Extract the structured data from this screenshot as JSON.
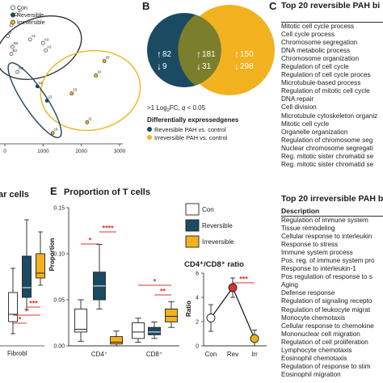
{
  "colors": {
    "con": "#ffffff",
    "reversible": "#1b4a63",
    "irreversible": "#f2b21f",
    "overlap": "#7b7f2c",
    "star": "#d9342b",
    "ink": "#1a1a1a"
  },
  "panel_letters": {
    "b": "B",
    "c": "C",
    "e": "E"
  },
  "chart_data": [
    {
      "id": "pca",
      "type": "scatter",
      "legend": [
        "Con",
        "Reversible",
        "Irreversible"
      ],
      "xlim": [
        0,
        3000
      ],
      "x_ticks": [
        "0",
        "1000",
        "2000",
        "3000"
      ],
      "points": [
        {
          "label": "10",
          "x": 300,
          "y": 36,
          "group": "Con"
        },
        {
          "label": "9",
          "x": 170,
          "y": 33,
          "group": "Con"
        },
        {
          "label": "A1",
          "x": 660,
          "y": 29,
          "group": "Con"
        },
        {
          "label": "A3",
          "x": 1000,
          "y": 28,
          "group": "Con"
        },
        {
          "label": "A2",
          "x": 1070,
          "y": 26,
          "group": "Con"
        },
        {
          "label": "R3",
          "x": 330,
          "y": 20,
          "group": "Con"
        },
        {
          "label": "B",
          "x": 80,
          "y": 30,
          "group": "Con"
        },
        {
          "label": "B2",
          "x": 200,
          "y": 27,
          "group": "Con"
        },
        {
          "label": "B3",
          "x": 170,
          "y": 25,
          "group": "Con"
        },
        {
          "label": "12",
          "x": 850,
          "y": 16,
          "group": "Reversible"
        },
        {
          "label": "13",
          "x": 1100,
          "y": 12,
          "group": "Reversible"
        },
        {
          "label": "20",
          "x": 2600,
          "y": 23,
          "group": "Irreversible"
        },
        {
          "label": "10",
          "x": 2380,
          "y": 19,
          "group": "Irreversible"
        },
        {
          "label": "15",
          "x": 1750,
          "y": 14,
          "group": "Irreversible"
        },
        {
          "label": "11",
          "x": 2150,
          "y": 6,
          "group": "Irreversible"
        },
        {
          "label": "16",
          "x": 1250,
          "y": 3,
          "group": "Irreversible"
        }
      ]
    },
    {
      "id": "venn",
      "type": "venn",
      "sets": [
        {
          "name": "Reversible PAH vs. control",
          "up": "82",
          "down": "9"
        },
        {
          "name": "Overlap",
          "up": "181",
          "down": "31"
        },
        {
          "name": "Irreversible PAH vs. control",
          "up": "150",
          "down": "298"
        }
      ],
      "threshold": ">1 Log",
      "threshold_sub": "2",
      "threshold_rest": "FC, ",
      "threshold_q": "q",
      "threshold_end": " < 0.05",
      "legend_title": "Differentially expressedgenes",
      "legend": [
        "Reversible PAH vs. control",
        "Irreversible PAH vs. control"
      ]
    },
    {
      "id": "left_box",
      "type": "box",
      "category_label": "Fibrobl",
      "boxes": [
        {
          "group": "Con",
          "min": 0.005,
          "q1": 0.01,
          "median": 0.013,
          "q3": 0.022,
          "max": 0.032
        },
        {
          "group": "Reversible",
          "min": 0.015,
          "q1": 0.02,
          "median": 0.024,
          "q3": 0.037,
          "max": 0.052
        },
        {
          "group": "Irreversible",
          "min": 0.025,
          "q1": 0.028,
          "median": 0.03,
          "q3": 0.038,
          "max": 0.047
        }
      ],
      "significance": [
        "*",
        "*",
        "***"
      ]
    },
    {
      "id": "t_cells",
      "type": "box",
      "title": "Proportion of T cells",
      "ylabel": "Proportion",
      "ylim": [
        0,
        0.15
      ],
      "y_ticks": [
        "0.00",
        "0.05",
        "0.10",
        "0.15"
      ],
      "categories": [
        "CD4⁺",
        "CD8⁺"
      ],
      "groups": [
        "Con",
        "Reversible",
        "Irreversible"
      ],
      "boxes": [
        {
          "category": "CD4⁺",
          "group": "Con",
          "min": 0.005,
          "q1": 0.015,
          "median": 0.018,
          "q3": 0.04,
          "max": 0.05
        },
        {
          "category": "CD4⁺",
          "group": "Reversible",
          "min": 0.04,
          "q1": 0.05,
          "median": 0.065,
          "q3": 0.08,
          "max": 0.11
        },
        {
          "category": "CD4⁺",
          "group": "Irreversible",
          "min": 0.0,
          "q1": 0.002,
          "median": 0.004,
          "q3": 0.01,
          "max": 0.016
        },
        {
          "category": "CD8⁺",
          "group": "Con",
          "min": 0.004,
          "q1": 0.008,
          "median": 0.015,
          "q3": 0.025,
          "max": 0.03
        },
        {
          "category": "CD8⁺",
          "group": "Reversible",
          "min": 0.008,
          "q1": 0.012,
          "median": 0.015,
          "q3": 0.02,
          "max": 0.026
        },
        {
          "category": "CD8⁺",
          "group": "Irreversible",
          "min": 0.02,
          "q1": 0.026,
          "median": 0.032,
          "q3": 0.04,
          "max": 0.048
        }
      ],
      "significance": [
        {
          "category": "CD4⁺",
          "from": 0,
          "to": 1,
          "text": "*"
        },
        {
          "category": "CD4⁺",
          "from": 1,
          "to": 2,
          "text": "****"
        },
        {
          "category": "CD8⁺",
          "from": 0,
          "to": 2,
          "text": "*"
        },
        {
          "category": "CD8⁺",
          "from": 1,
          "to": 2,
          "text": "**"
        }
      ],
      "legend": [
        "Con",
        "Reversible",
        "Irreversible"
      ]
    },
    {
      "id": "ratio",
      "type": "line",
      "title": "CD4⁺/CD8⁺ ratio",
      "ylabel": "Ratio",
      "ylim": [
        0,
        6
      ],
      "y_ticks": [
        "0",
        "2",
        "4",
        "6"
      ],
      "categories": [
        "Con",
        "Rev",
        "Irr"
      ],
      "values": [
        2.3,
        4.8,
        0.6
      ],
      "errors": [
        1.1,
        0.8,
        0.7
      ],
      "significance": [
        {
          "from": 1,
          "to": 2,
          "text": "***"
        }
      ]
    }
  ],
  "left_panel": {
    "title": "ar cells"
  },
  "list_reversible": {
    "heading": "Top 20 reversible PAH bi",
    "items": [
      "Mitotic cell cycle process",
      "Cell cycle process",
      "Chromosome segregation",
      "DNA metabolic process",
      "Chromosome organization",
      "Regulation of cell cycle",
      "Regulation of cell cycle proces",
      "Microtubule-based process",
      "Regulation of mitotic cell cycle",
      "DNA repair",
      "Cell division",
      "Microtubule cytoskeleton organiz",
      "Mitotic cell cycle",
      "Organelle organization",
      "Regulation of chromosome seg",
      "Nuclear chromosome segregati",
      "Reg. mitotic sister chromatid se",
      "Reg. mitotic sister chromatid se"
    ]
  },
  "list_irreversible": {
    "heading": "Top 20 irreversible PAH b",
    "column": "Description",
    "items": [
      "Regulation of immune system",
      "Tissue remodeling",
      "Cellular response to interleukin",
      "Response to stress",
      "Immune system process",
      "Pos. reg. of immune system pro",
      "Response to interleukin-1",
      "Pos regulation of response to s",
      "Aging",
      "Defense response",
      "Regulation of signaling recepto",
      "Regulation of leukocyte migrat",
      "Monocyte chemotaxis",
      "Cellular response to chemokine",
      "Mononuclear cell migration",
      "Regulation of cell proliferation",
      "Lymphocyte chemotaxis",
      "Eosinophil chemotaxis",
      "Regulation of response to stim",
      "Eosinophil migration"
    ]
  }
}
